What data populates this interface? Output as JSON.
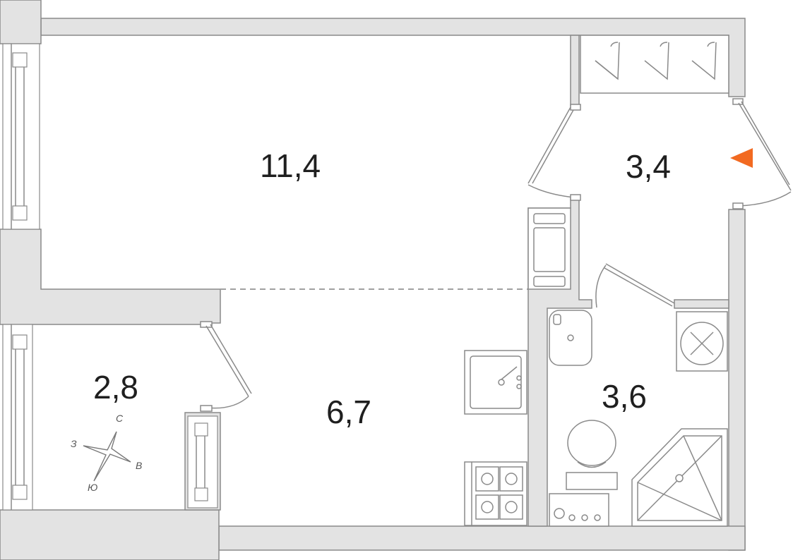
{
  "rooms": {
    "living": {
      "area": "11,4"
    },
    "kitchen": {
      "area": "6,7"
    },
    "balcony": {
      "area": "2,8"
    },
    "hall": {
      "area": "3,4"
    },
    "bathroom": {
      "area": "3,6"
    }
  },
  "compass": {
    "n": "С",
    "e": "В",
    "s": "Ю",
    "w": "З"
  },
  "colors": {
    "wall_fill": "#e3e3e3",
    "wall_stroke": "#8a8a8a",
    "entrance_marker": "#f26a21"
  }
}
